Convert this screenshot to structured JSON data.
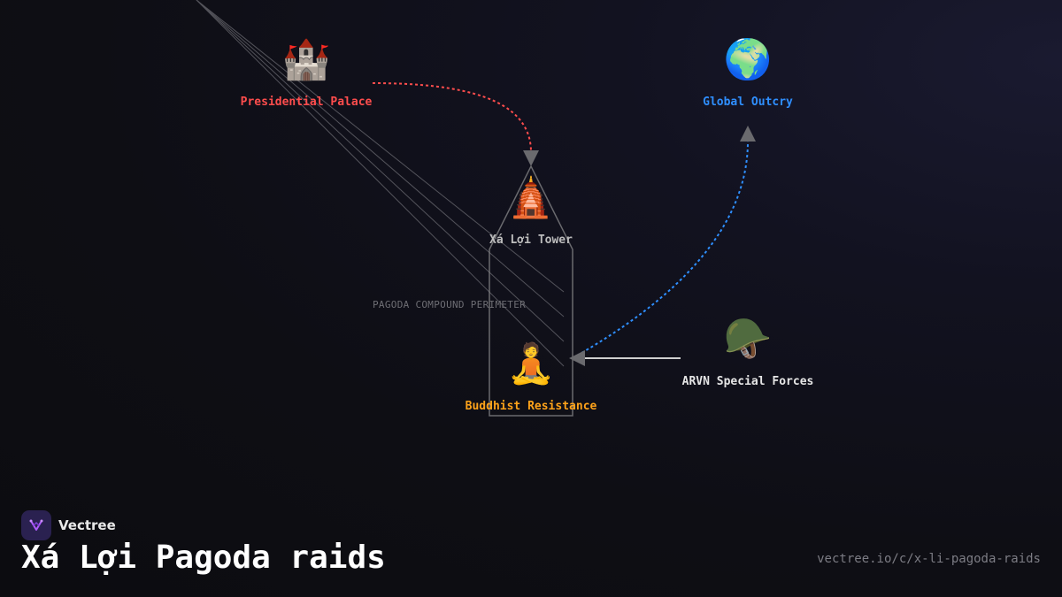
{
  "nodes": {
    "palace": {
      "icon": "castle-icon",
      "glyph": "🏰",
      "label": "Presidential Palace",
      "color": "#ff4d4d"
    },
    "outcry": {
      "icon": "globe-icon",
      "glyph": "🌍",
      "label": "Global Outcry",
      "color": "#2f8fff"
    },
    "tower": {
      "icon": "pagoda-icon",
      "glyph": "🛕",
      "label": "Xá Lợi Tower",
      "color": "#bdbdbd"
    },
    "resistance": {
      "icon": "meditating-person-icon",
      "glyph": "🧘",
      "label": "Buddhist Resistance",
      "color": "#ffa31a"
    },
    "forces": {
      "icon": "military-helmet-icon",
      "glyph": "🪖",
      "label": "ARVN Special Forces",
      "color": "#e6e6e6"
    }
  },
  "region": {
    "label": "PAGODA COMPOUND PERIMETER"
  },
  "footer": {
    "brand": "Vectree",
    "title": "Xá Lợi Pagoda raids",
    "url": "vectree.io/c/x-li-pagoda-raids"
  },
  "colors": {
    "accent_red": "#ff4d4d",
    "accent_blue": "#2f8fff",
    "accent_orange": "#ffa31a"
  }
}
